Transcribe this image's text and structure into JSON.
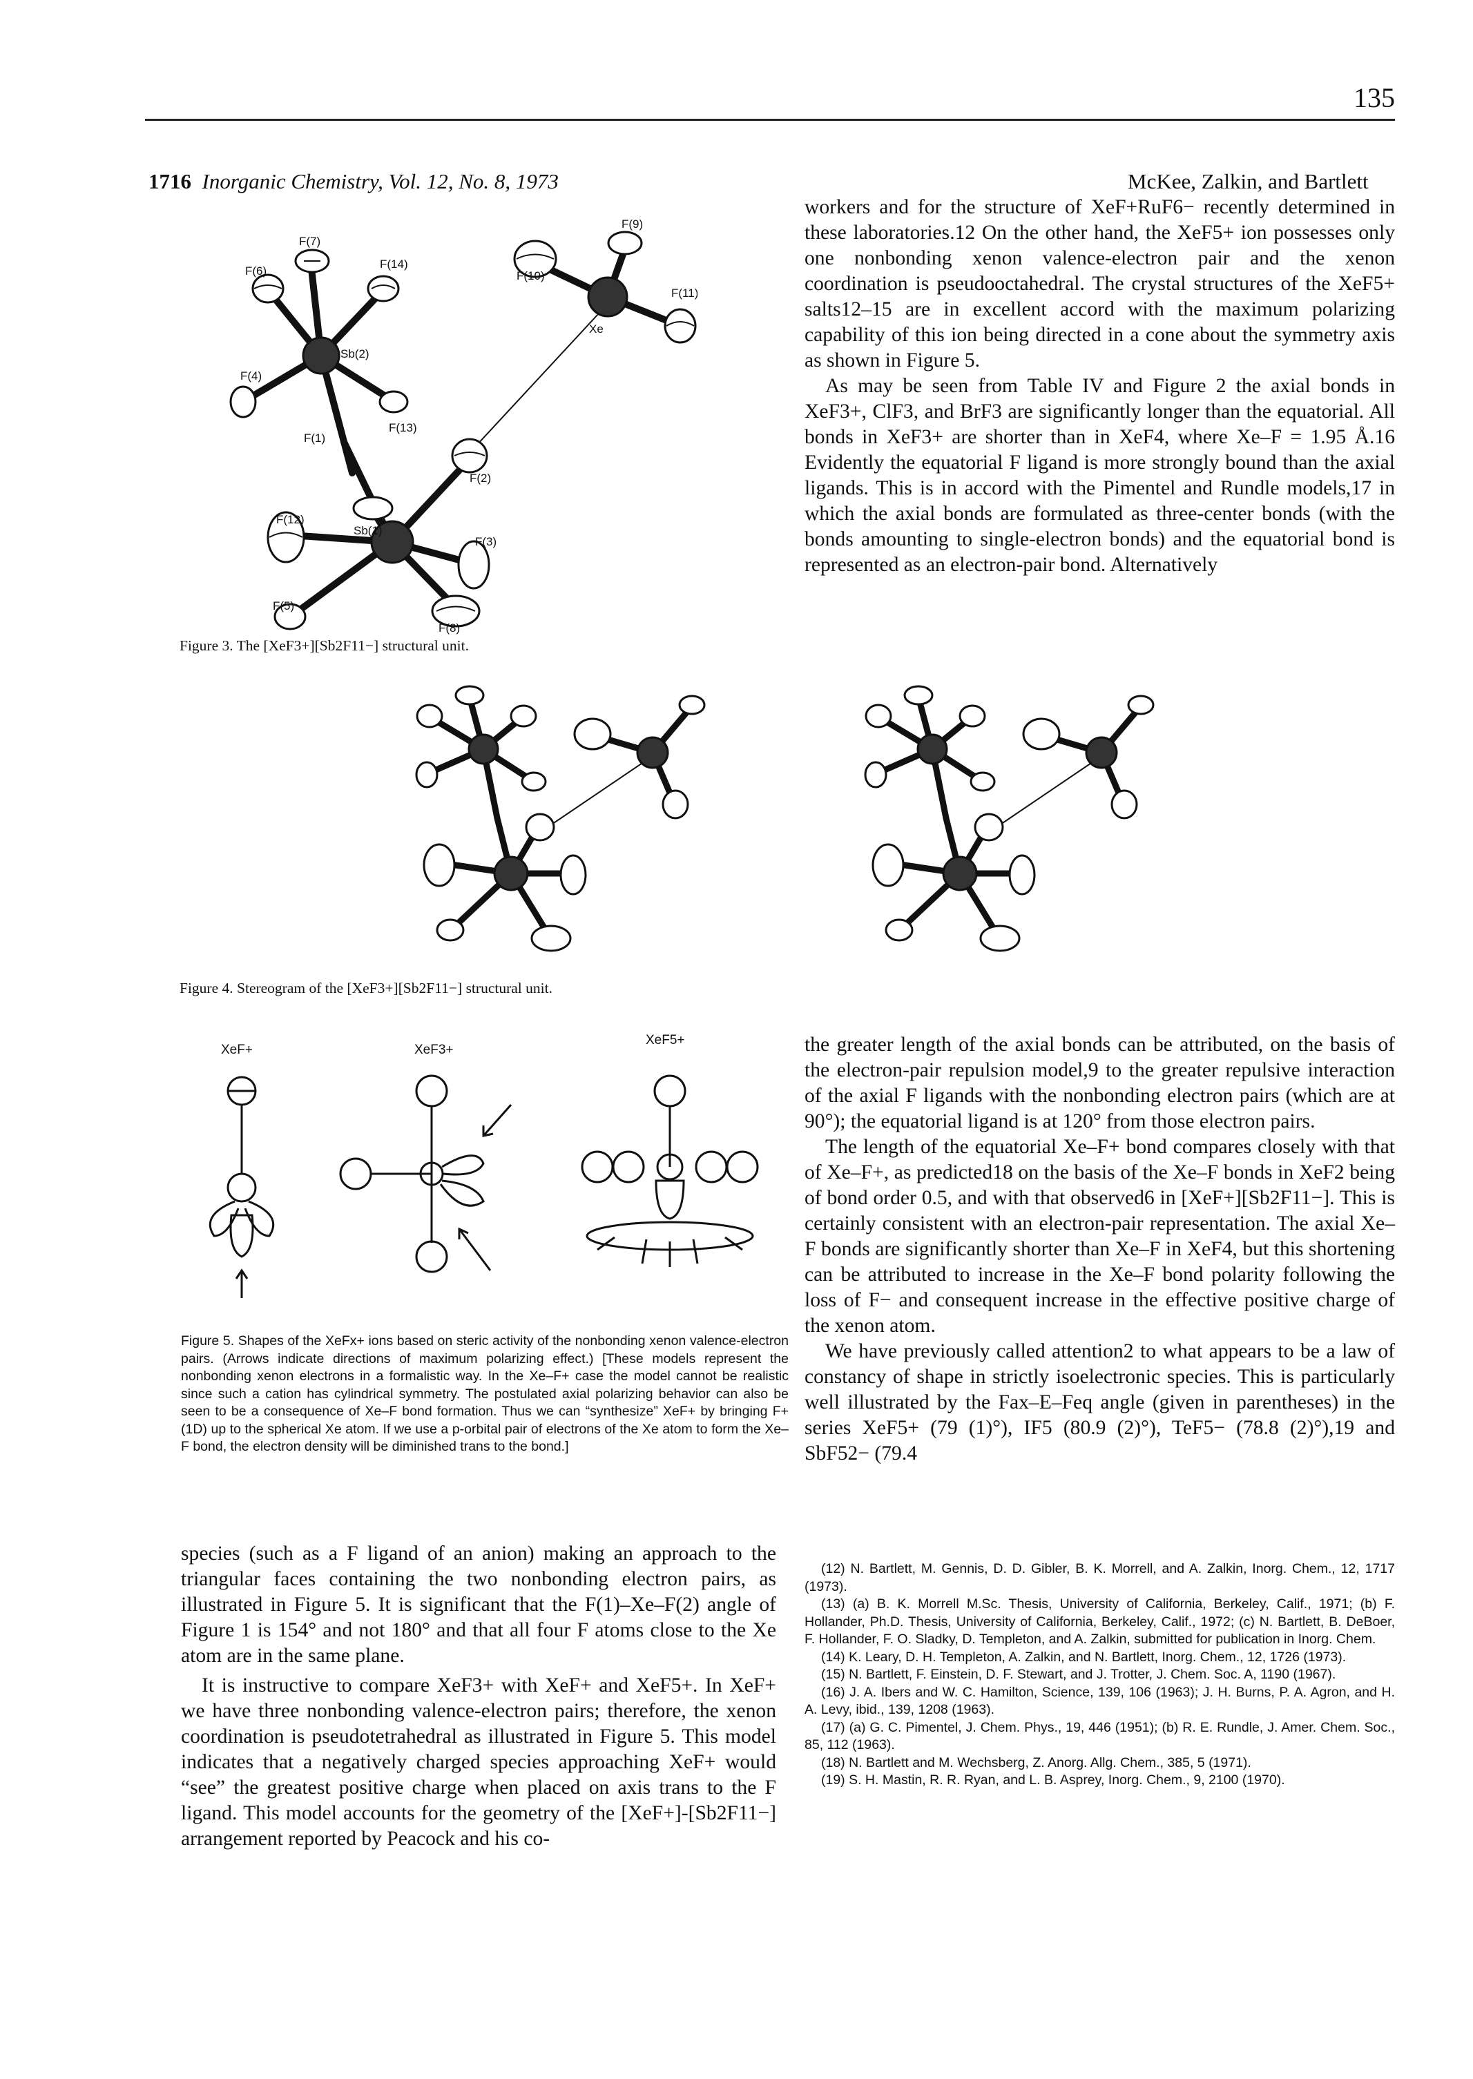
{
  "page_number": "135",
  "header": {
    "left_num": "1716",
    "left_journal": "Inorganic Chemistry, Vol. 12, No. 8, 1973",
    "right": "McKee, Zalkin, and Bartlett"
  },
  "fig3": {
    "caption": "Figure 3.  The [XeF3+][Sb2F11−] structural unit.",
    "labels": [
      "F(6)",
      "F(7)",
      "F(14)",
      "F(10)",
      "F(9)",
      "F(11)",
      "Sb(2)",
      "F(4)",
      "Xe",
      "F(13)",
      "F(1)",
      "F(2)",
      "F(12)",
      "Sb(1)",
      "F(3)",
      "F(5)",
      "F(8)"
    ]
  },
  "fig4": {
    "caption": "Figure 4.  Stereogram of the [XeF3+][Sb2F11−] structural unit."
  },
  "fig5": {
    "labels": [
      "XeF+",
      "XeF3+",
      "XeF5+"
    ],
    "caption": "Figure 5.  Shapes of the XeFx+ ions based on steric activity of the nonbonding xenon valence-electron pairs. (Arrows indicate directions of maximum polarizing effect.) [These models represent the nonbonding xenon electrons in a formalistic way. In the Xe–F+ case the model cannot be realistic since such a cation has cylindrical symmetry. The postulated axial polarizing behavior can also be seen to be a consequence of Xe–F bond formation. Thus we can “synthesize” XeF+ by bringing F+(1D) up to the spherical Xe atom. If we use a p-orbital pair of electrons of the Xe atom to form the Xe–F bond, the electron density will be diminished trans to the bond.]"
  },
  "text": {
    "right_top": "workers and for the structure of XeF+RuF6− recently determined in these laboratories.12  On the other hand, the XeF5+ ion possesses only one nonbonding xenon valence-electron pair and the xenon coordination is pseudooctahedral.  The crystal structures of the XeF5+ salts12–15 are in excellent accord with the maximum polarizing capability of this ion being directed in a cone about the symmetry axis as shown in Figure 5.",
    "right_top_p2": "As may be seen from Table IV and Figure 2 the axial bonds in XeF3+, ClF3, and BrF3 are significantly longer than the equatorial.  All bonds in XeF3+ are shorter than in XeF4, where Xe–F = 1.95 Å.16  Evidently the equatorial F ligand is more strongly bound than the axial ligands.  This is in accord with the Pimentel and Rundle models,17 in which the axial bonds are formulated as three-center bonds (with the bonds amounting to single-electron bonds) and the equatorial bond is represented as an electron-pair bond.  Alternatively",
    "right_mid_p1": "the greater length of the axial bonds can be attributed, on the basis of the electron-pair repulsion model,9 to the greater repulsive interaction of the axial F ligands with the nonbonding electron pairs (which are at 90°); the equatorial ligand is at 120° from those electron pairs.",
    "right_mid_p2": "The length of the equatorial Xe–F+ bond compares closely with that of Xe–F+, as predicted18 on the basis of the Xe–F bonds in XeF2 being of bond order 0.5, and with that observed6 in [XeF+][Sb2F11−].  This is certainly consistent with an electron-pair representation.  The axial Xe–F bonds are significantly shorter than Xe–F in XeF4, but this shortening can be attributed to increase in the Xe–F bond polarity following the loss of F− and consequent increase in the effective positive charge of the xenon atom.",
    "right_mid_p3": "We have previously called attention2 to what appears to be a law of constancy of shape in strictly isoelectronic species.  This is particularly well illustrated by the Fax–E–Feq angle (given in parentheses) in the series XeF5+ (79 (1)°), IF5 (80.9 (2)°), TeF5− (78.8 (2)°),19 and SbF52− (79.4",
    "left_bottom_p1": "species (such as a F ligand of an anion) making an approach to the triangular faces containing the two nonbonding electron pairs, as illustrated in Figure 5.  It is significant that the F(1)–Xe–F(2) angle of Figure 1 is 154° and not 180° and that all four F atoms close to the Xe atom are in the same plane.",
    "left_bottom_p2": "It is instructive to compare XeF3+ with XeF+ and XeF5+.  In XeF+ we have three nonbonding valence-electron pairs; therefore, the xenon coordination is pseudotetrahedral as illustrated in Figure 5.  This model indicates that a negatively charged species approaching XeF+ would “see” the greatest positive charge when placed on axis trans to the F ligand.  This model accounts for the geometry of the [XeF+]-[Sb2F11−] arrangement reported by Peacock and his co-"
  },
  "references": [
    "(12) N. Bartlett, M. Gennis, D. D. Gibler, B. K. Morrell, and A. Zalkin, Inorg. Chem., 12, 1717 (1973).",
    "(13) (a) B. K. Morrell M.Sc. Thesis, University of California, Berkeley, Calif., 1971; (b) F. Hollander, Ph.D. Thesis, University of California, Berkeley, Calif., 1972; (c) N. Bartlett, B. DeBoer, F. Hollander, F. O. Sladky, D. Templeton, and A. Zalkin, submitted for publication in Inorg. Chem.",
    "(14) K. Leary, D. H. Templeton, A. Zalkin, and N. Bartlett, Inorg. Chem., 12, 1726 (1973).",
    "(15) N. Bartlett, F. Einstein, D. F. Stewart, and J. Trotter, J. Chem. Soc. A, 1190 (1967).",
    "(16) J. A. Ibers and W. C. Hamilton, Science, 139, 106 (1963); J. H. Burns, P. A. Agron, and H. A. Levy, ibid., 139, 1208 (1963).",
    "(17) (a) G. C. Pimentel, J. Chem. Phys., 19, 446 (1951); (b) R. E. Rundle, J. Amer. Chem. Soc., 85, 112 (1963).",
    "(18) N. Bartlett and M. Wechsberg, Z. Anorg. Allg. Chem., 385, 5 (1971).",
    "(19) S. H. Mastin, R. R. Ryan, and L. B. Asprey, Inorg. Chem., 9, 2100 (1970)."
  ]
}
